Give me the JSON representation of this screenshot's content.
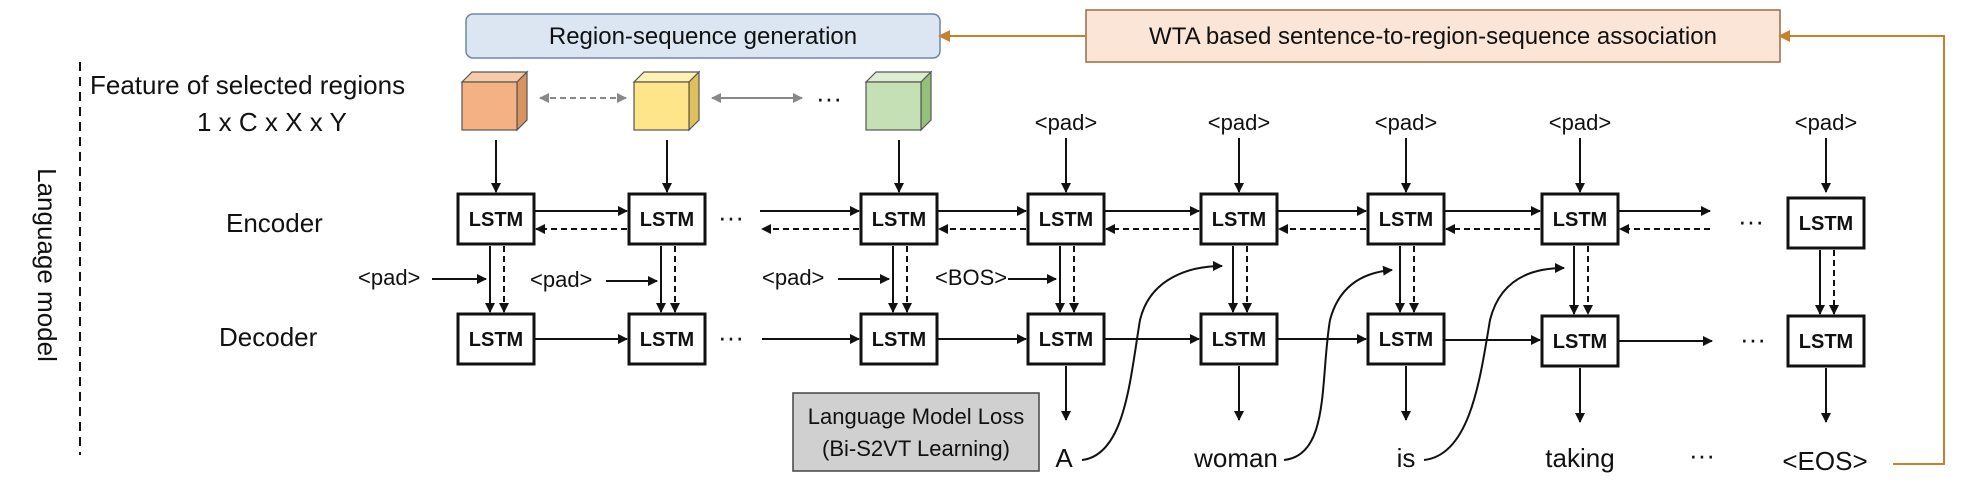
{
  "header": {
    "region_seq_generation": "Region-sequence generation",
    "wta_association": "WTA based sentence-to-region-sequence association"
  },
  "side_label": "Language model",
  "feature": {
    "title": "Feature of selected regions",
    "dims": "1 x C x X x Y"
  },
  "rows": {
    "encoder": "Encoder",
    "decoder": "Decoder"
  },
  "lstm_label": "LSTM",
  "ellipsis": "···",
  "pad_token": "<pad>",
  "bos_token": "<BOS>",
  "loss_box": {
    "line1": "Language Model Loss",
    "line2": "(Bi-S2VT Learning)"
  },
  "words": [
    "A",
    "woman",
    "is",
    "taking",
    "···",
    "<EOS>"
  ],
  "colors": {
    "region_header_fill": "#dce6f2",
    "region_header_border": "#6f86a8",
    "wta_fill": "#fbe5d6",
    "wta_border": "#9a6a40",
    "feedback_arrow": "#c5822b",
    "loss_fill": "#d0d0d0",
    "cube_1": "#f4b183",
    "cube_2": "#ffe58a",
    "cube_3": "#c5e0b4"
  }
}
